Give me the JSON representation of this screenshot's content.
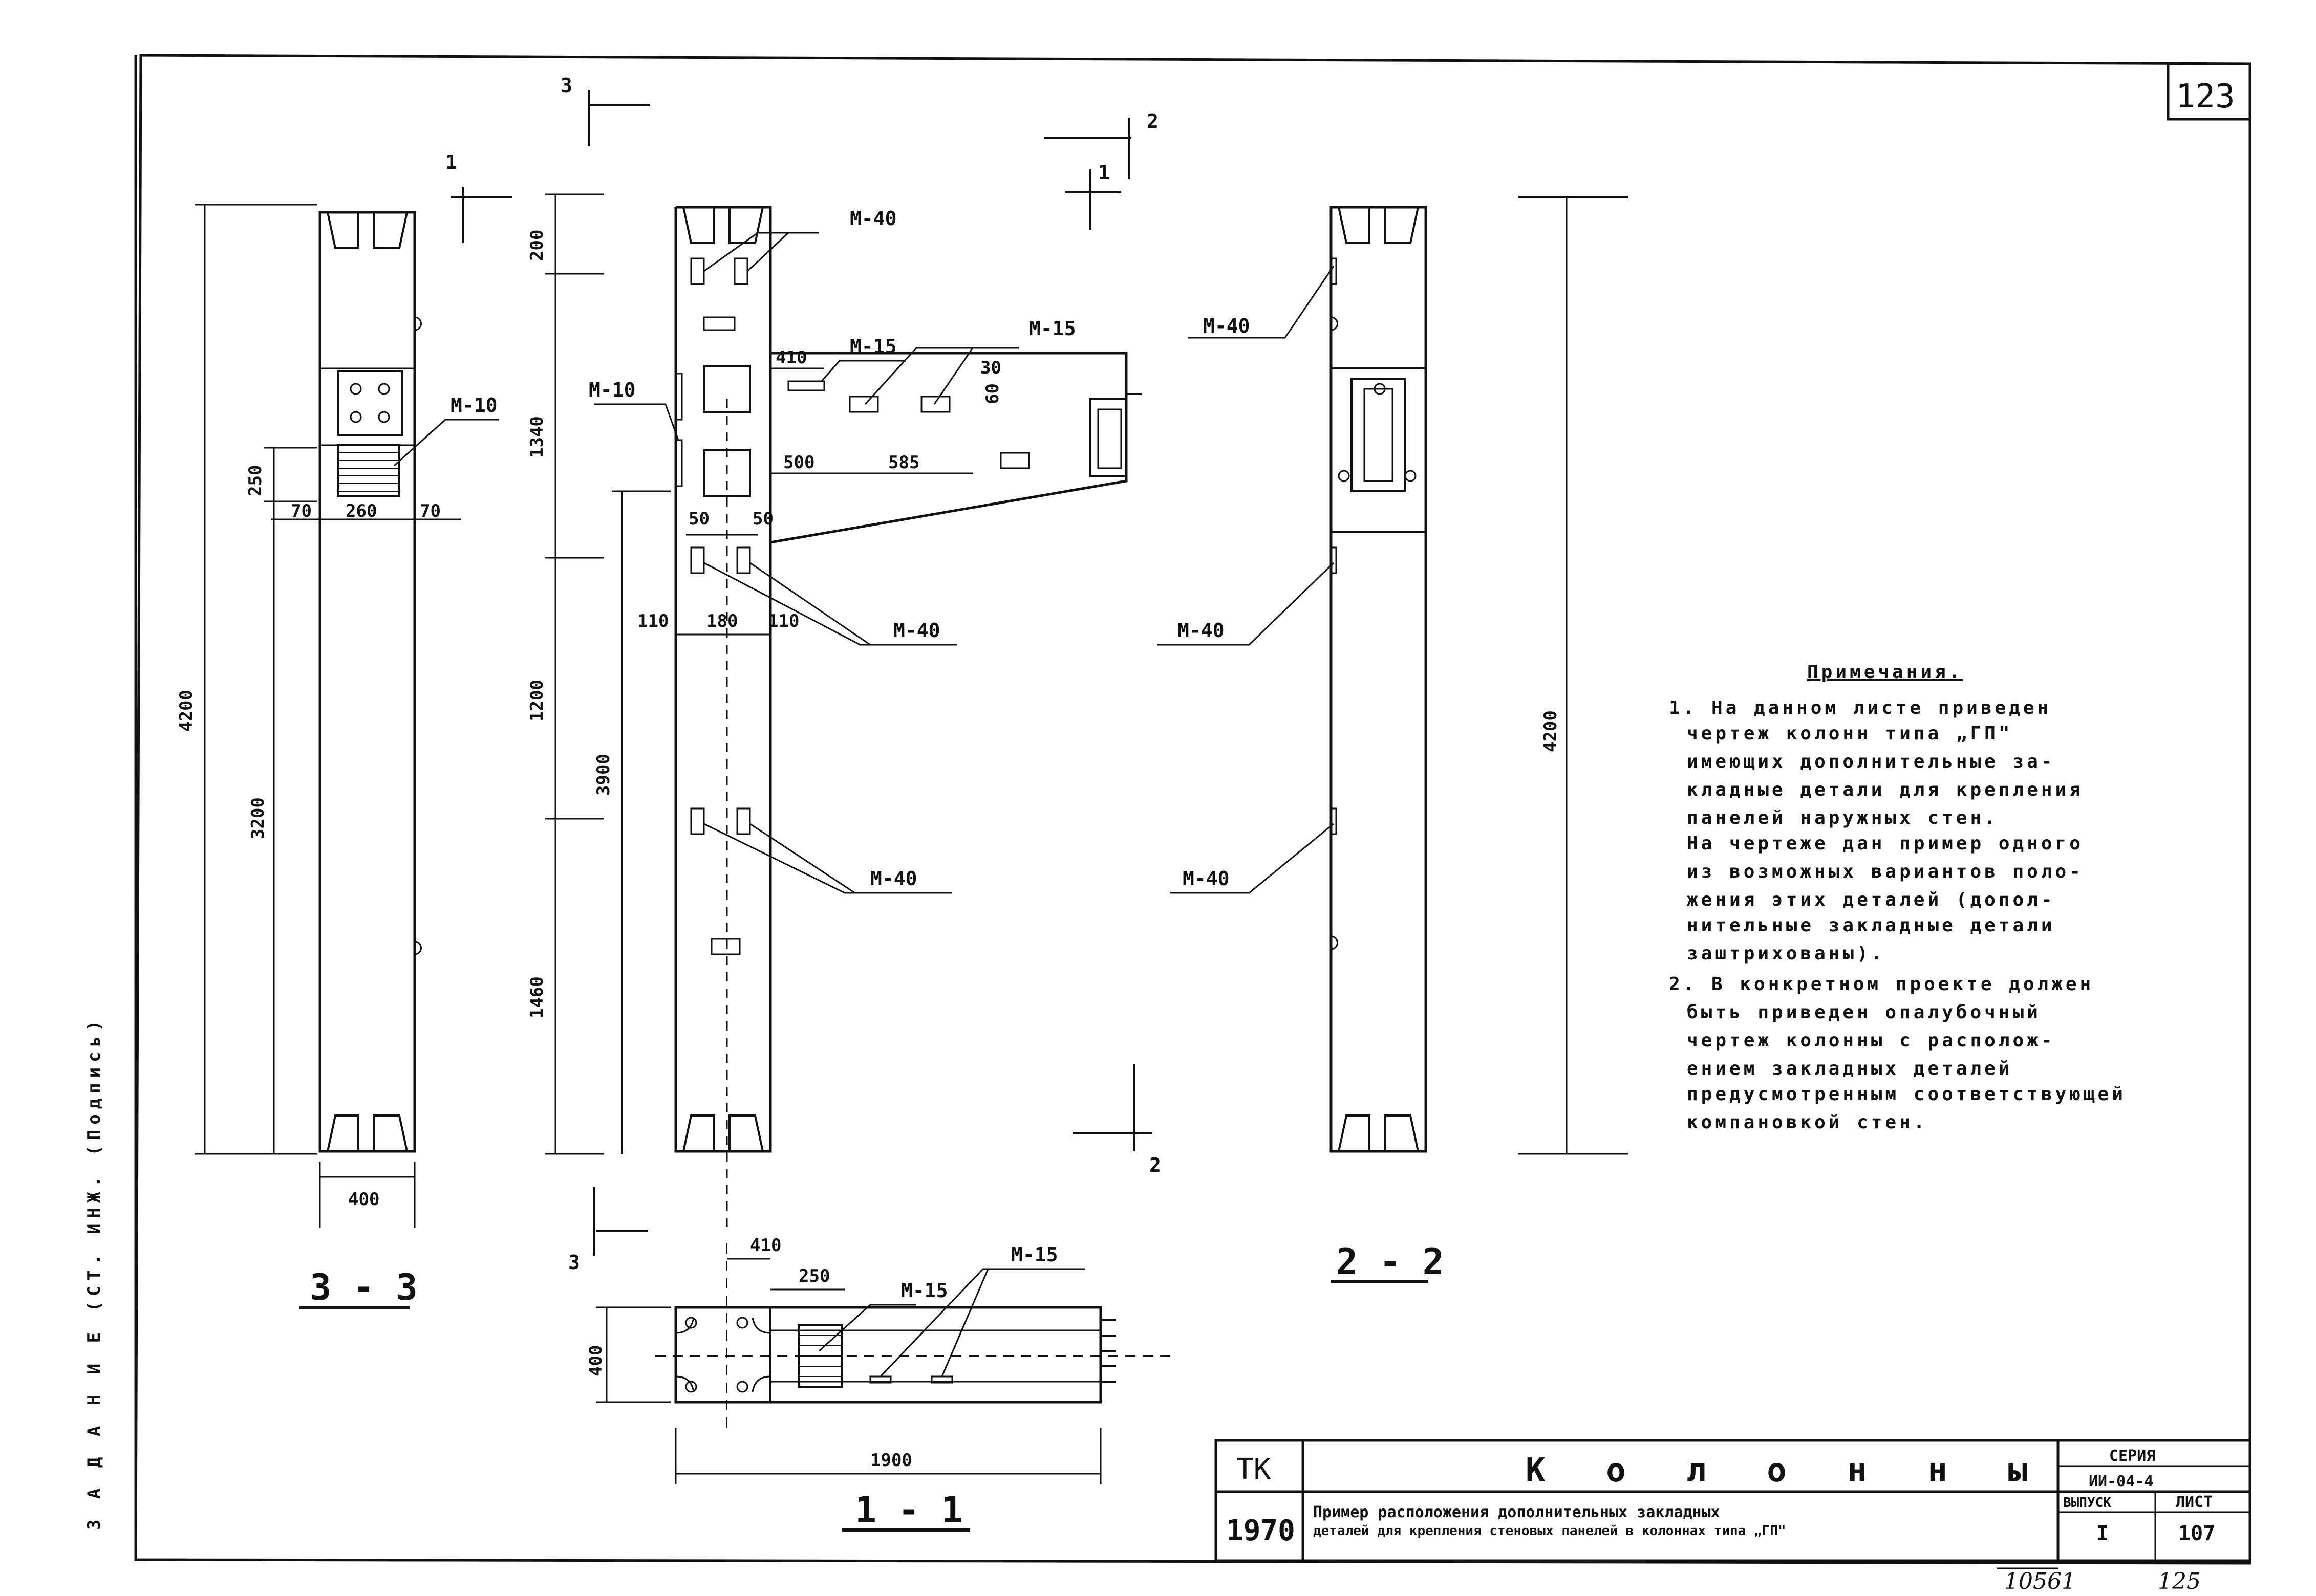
{
  "sheet": {
    "page_number": "123",
    "left_margin_text": "З А Д А Н И Е   (СТ. ИНЖ.   (Подпись)"
  },
  "view_33": {
    "section_label": "3 - 3",
    "dims": {
      "height_total": "4200",
      "height_lower": "3200",
      "width": "400",
      "d250": "250",
      "d70_left": "70",
      "d260": "260",
      "d70_right": "70"
    },
    "parts": {
      "plate": "М-10"
    }
  },
  "view_11_elev": {
    "dims": {
      "d200": "200",
      "d1340": "1340",
      "d1200": "1200",
      "d1460": "1460",
      "d3900": "3900",
      "d410": "410",
      "d500": "500",
      "d585": "585",
      "d50a": "50",
      "d50b": "50",
      "d110a": "110",
      "d180": "180",
      "d110b": "110",
      "d60": "60",
      "d30": "30"
    },
    "parts": {
      "m40_top": "М-40",
      "m10": "М-10",
      "m15a": "М-15",
      "m15b": "М-15",
      "m40_mid": "М-40",
      "m40_low": "М-40"
    },
    "cut_marks": {
      "c3_top": "3",
      "c2_top": "2",
      "c1_top": "1",
      "c1_left": "1",
      "c2_bottom": "2",
      "c3_bottom": "3"
    }
  },
  "view_1plan": {
    "section_label": "1 - 1",
    "dims": {
      "d410": "410",
      "d250": "250",
      "d400": "400",
      "d1900": "1900"
    },
    "parts": {
      "m15": "М-15",
      "m15b": "М-15"
    }
  },
  "view_22": {
    "section_label": "2 - 2",
    "dims": {
      "height_total": "4200"
    },
    "parts": {
      "m40_top": "М-40",
      "m40_mid": "М-40",
      "m40_low": "М-40"
    }
  },
  "notes": {
    "heading": "Примечания.",
    "lines": [
      "1. На данном листе приведен",
      "чертеж колонн типа „ГП\"",
      "имеющих дополнительные за-",
      "кладные детали для крепления",
      "панелей наружных стен.",
      "На чертеже дан пример одного",
      "из возможных вариантов поло-",
      "жения этих деталей (допол-",
      "нительные закладные детали",
      "заштрихованы).",
      "2. В конкретном проекте должен",
      "быть приведен опалубочный",
      "чертеж колонны с располож-",
      "ением закладных деталей",
      "предусмотренным соответствующей",
      "компановкой стен."
    ]
  },
  "title_block": {
    "code": "ТК",
    "year": "1970",
    "title": "К о л о н н ы",
    "subtitle_1": "Пример расположения дополнительных закладных",
    "subtitle_2": "деталей для крепления стеновых панелей в колоннах типа „ГП\"",
    "series_label": "СЕРИЯ",
    "series_value": "ИИ-04-4",
    "issue_label": "ВЫПУСК",
    "issue_value": "I",
    "sheet_label": "ЛИСТ",
    "sheet_value": "107"
  },
  "stamps": {
    "left": "10561",
    "right": "125"
  }
}
